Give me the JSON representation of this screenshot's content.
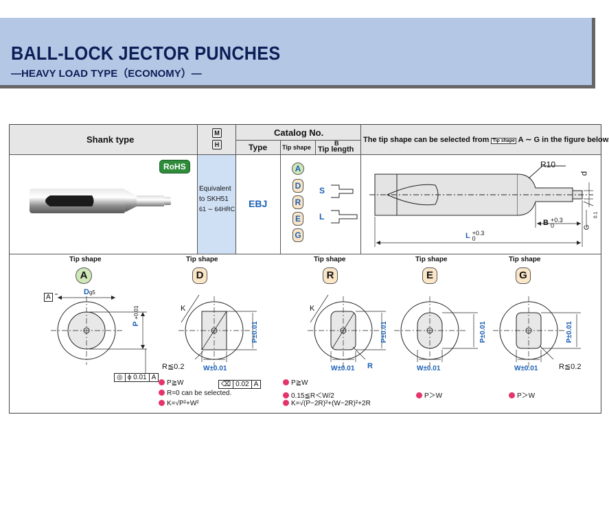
{
  "banner": {
    "title": "BALL-LOCK JECTOR PUNCHES",
    "subtitle": "—HEAVY LOAD TYPE（ECONOMY）—"
  },
  "table": {
    "header_shank": "Shank type",
    "header_mh_m": "M",
    "header_mh_h": "H",
    "header_catalog": "Catalog No.",
    "header_type": "Type",
    "header_tip_shape": "Tip shape",
    "header_tip_length": "Tip length",
    "header_b": "B",
    "header_note_pre": "The tip shape can be selected from",
    "header_note_tag": "Tip shape",
    "header_note_post": "A ∼ G in the figure below.",
    "rohs": "RoHS",
    "material": [
      "Equivalent",
      "to SKH51",
      "61 ∼ 64HRC"
    ],
    "type_code": "EBJ",
    "tip_shapes": [
      "A",
      "D",
      "R",
      "E",
      "G"
    ],
    "tip_lengths": [
      "S",
      "L"
    ],
    "dims": {
      "r10": "R10",
      "d": "d",
      "b": "B",
      "b_tol_top": "+0.3",
      "b_tol_bot": "0",
      "l": "L",
      "l_tol_top": "+0.3",
      "l_tol_bot": "0",
      "g": "G",
      "g_tol": "0.1"
    }
  },
  "shapes": [
    {
      "heading": "Tip shape",
      "letter": "A",
      "dg": "D",
      "dg_sub": "g5",
      "datum": "A",
      "p": "P",
      "p_tol": "+0.01",
      "p_tol2": "0",
      "ctrl_sym": "◎",
      "ctrl_val": "ϕ 0.01",
      "ctrl_ref": "A"
    },
    {
      "heading": "Tip shape",
      "letter": "D",
      "k": "K",
      "p": "P±0.01",
      "w": "W±0.01",
      "r": "R≦0.2",
      "sym_val": "0.02",
      "sym_ref": "A",
      "notes": [
        "P≧W",
        "R=0 can be selected.",
        "K=√P²+W²"
      ]
    },
    {
      "heading": "Tip shape",
      "letter": "R",
      "k": "K",
      "p": "P±0.01",
      "w": "W±0.01",
      "r": "R",
      "notes": [
        "P≧W",
        "0.15≦R＜W/2",
        "K=√(P−2R)²+(W−2R)²+2R"
      ]
    },
    {
      "heading": "Tip shape",
      "letter": "E",
      "p": "P±0.01",
      "w": "W±0.01",
      "notes": [
        "P＞W"
      ]
    },
    {
      "heading": "Tip shape",
      "letter": "G",
      "p": "P±0.01",
      "w": "W±0.01",
      "r": "R≦0.2",
      "notes": [
        "P＞W"
      ]
    }
  ]
}
